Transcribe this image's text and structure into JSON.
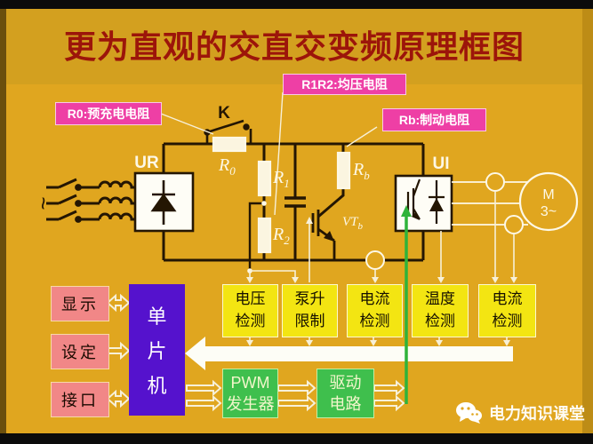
{
  "title": "更为直观的交直交变频原理框图",
  "callouts": {
    "r1r2": "R1R2:均压电阻",
    "r0": "R0:预充电电阻",
    "rb": "Rb:制动电阻"
  },
  "circuit": {
    "source": "~",
    "rectifier": "UR",
    "inverter": "UI",
    "contactor": "K",
    "r0": {
      "main": "R",
      "sub": "0"
    },
    "r1": {
      "main": "R",
      "sub": "1"
    },
    "r2": {
      "main": "R",
      "sub": "2"
    },
    "rb": {
      "main": "R",
      "sub": "b"
    },
    "vtb": {
      "main": "VT",
      "sub": "b"
    },
    "motor": {
      "line1": "M",
      "line2": "3~"
    }
  },
  "left_panel": [
    {
      "label": "显示"
    },
    {
      "label": "设定"
    },
    {
      "label": "接口"
    }
  ],
  "mcu": {
    "chars": [
      "单",
      "片",
      "机"
    ]
  },
  "detectors": [
    {
      "l1": "电压",
      "l2": "检测"
    },
    {
      "l1": "泵升",
      "l2": "限制"
    },
    {
      "l1": "电流",
      "l2": "检测"
    },
    {
      "l1": "温度",
      "l2": "检测"
    },
    {
      "l1": "电流",
      "l2": "检测"
    }
  ],
  "green_blocks": [
    {
      "l1": "PWM",
      "l2": "发生器"
    },
    {
      "l1": "驱动",
      "l2": "电路"
    }
  ],
  "watermark": "电力知识课堂",
  "colors": {
    "background": "#e0a61f",
    "title_text": "#9c150a",
    "callout_pink": "#ee3fa5",
    "panel_pink": "#f18787",
    "mcu_purple": "#5512cd",
    "detector_yellow": "#f3e512",
    "block_green": "#3fbf4d",
    "gate_line_green": "#2fb33a",
    "wire_dark": "#241603",
    "wire_light": "#fdf8e6"
  }
}
